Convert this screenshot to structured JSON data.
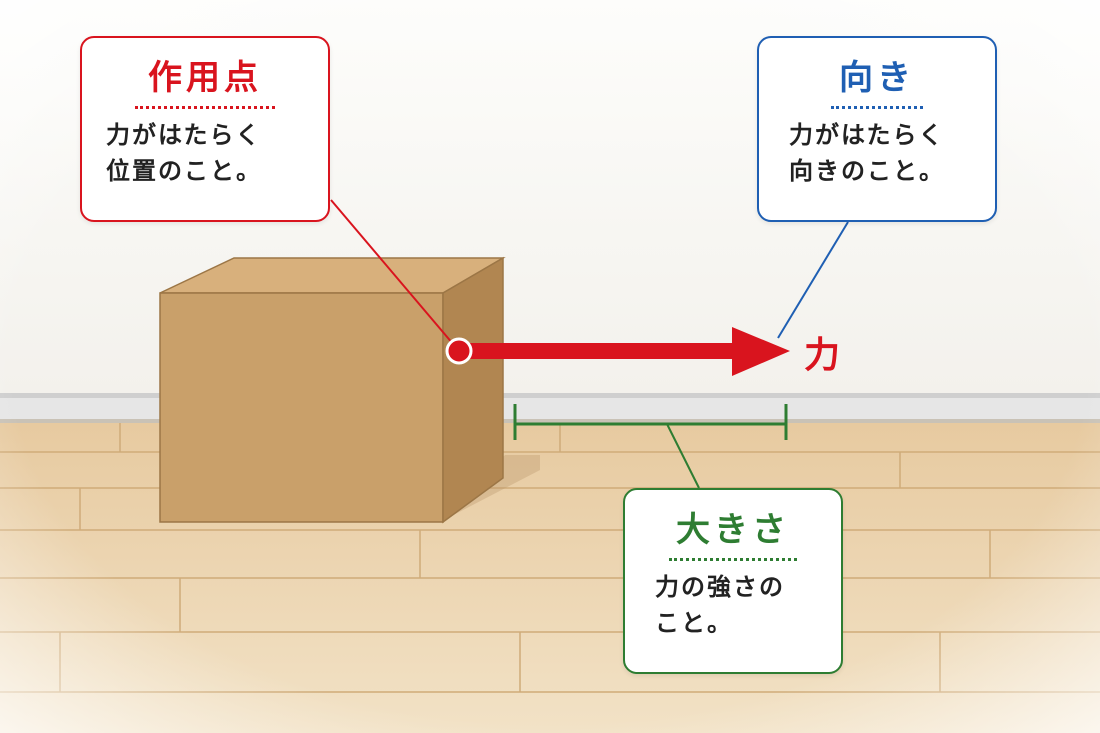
{
  "colors": {
    "red": "#d9141e",
    "blue": "#1f5fb3",
    "green": "#2e7d32",
    "box": "#c9a06a",
    "floor": "#ead2a8"
  },
  "callouts": {
    "point": {
      "title": "作用点",
      "text": "力がはたらく\n位置のこと。"
    },
    "direction": {
      "title": "向き",
      "text": "力がはたらく\n向きのこと。"
    },
    "magnitude": {
      "title": "大きさ",
      "text": "力の強さの\nこと。"
    }
  },
  "force": {
    "label": "力"
  },
  "icons": [
    "cardboard-box",
    "force-arrow",
    "magnitude-bracket"
  ]
}
